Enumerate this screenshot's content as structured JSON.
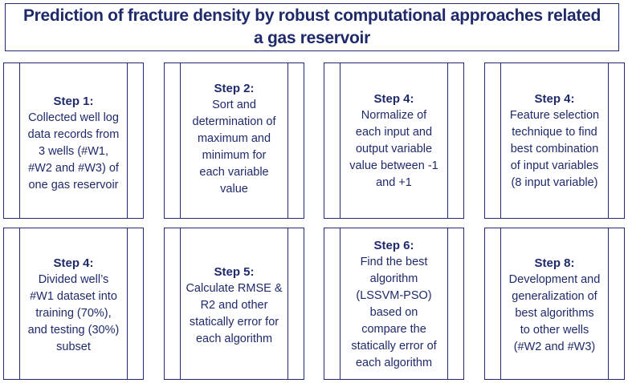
{
  "title": "Prediction of fracture density by robust computational approaches related a gas reservoir",
  "steps": [
    {
      "heading": "Step 1:",
      "lines": [
        "Collected well log",
        "data records from",
        "3 wells (#W1,",
        "#W2 and #W3) of",
        "one gas reservoir"
      ]
    },
    {
      "heading": "Step 2:",
      "lines": [
        "Sort and",
        "determination of",
        "maximum and",
        "minimum for",
        "each variable",
        "value"
      ]
    },
    {
      "heading": "Step 4:",
      "lines": [
        "Normalize of",
        "each input and",
        "output variable",
        "value between -1",
        "and +1"
      ]
    },
    {
      "heading": "Step 4:",
      "lines": [
        "Feature selection",
        "technique to find",
        "best combination",
        "of input variables",
        "(8 input variable)"
      ]
    },
    {
      "heading": "Step 4:",
      "lines": [
        "Divided well’s",
        "#W1 dataset into",
        "training (70%),",
        "and testing (30%)",
        "subset"
      ]
    },
    {
      "heading": "Step 5:",
      "lines": [
        "Calculate RMSE &",
        "R2 and other",
        "statically error for",
        "each algorithm"
      ]
    },
    {
      "heading": "Step 6:",
      "lines": [
        "Find the best",
        "algorithm",
        "(LSSVM-PSO)",
        "based on",
        "compare the",
        "statically error of",
        "each algorithm"
      ]
    },
    {
      "heading": "Step 8:",
      "lines": [
        "Development and",
        "generalization of",
        "best algorithms",
        "to other wells",
        "(#W2 and #W3)"
      ]
    }
  ]
}
